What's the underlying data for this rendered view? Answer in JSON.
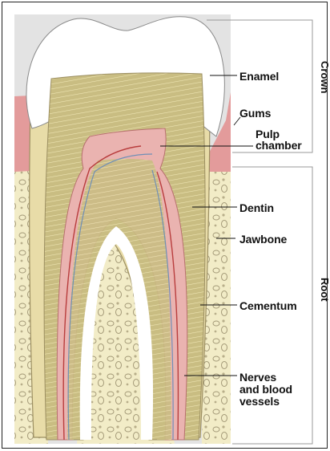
{
  "labels": {
    "enamel": "Enamel",
    "gums": "Gums",
    "pulp_chamber_line1": "Pulp",
    "pulp_chamber_line2": "chamber",
    "dentin": "Dentin",
    "jawbone": "Jawbone",
    "cementum": "Cementum",
    "nerves_line1": "Nerves",
    "nerves_line2": "and blood",
    "nerves_line3": "vessels"
  },
  "sections": {
    "crown": "Crown",
    "root": "Root"
  },
  "colors": {
    "background_panel": "#e3e3e3",
    "enamel": "#ffffff",
    "dentin": "#c9bd82",
    "dentin_stroke": "#efe6b4",
    "pulp": "#eab3b0",
    "gum": "#e39b9b",
    "jawbone": "#f2ecc7",
    "cementum": "#e8dca8",
    "nerve_red": "#b83d3d",
    "vessel_blue": "#6f8fb6"
  }
}
